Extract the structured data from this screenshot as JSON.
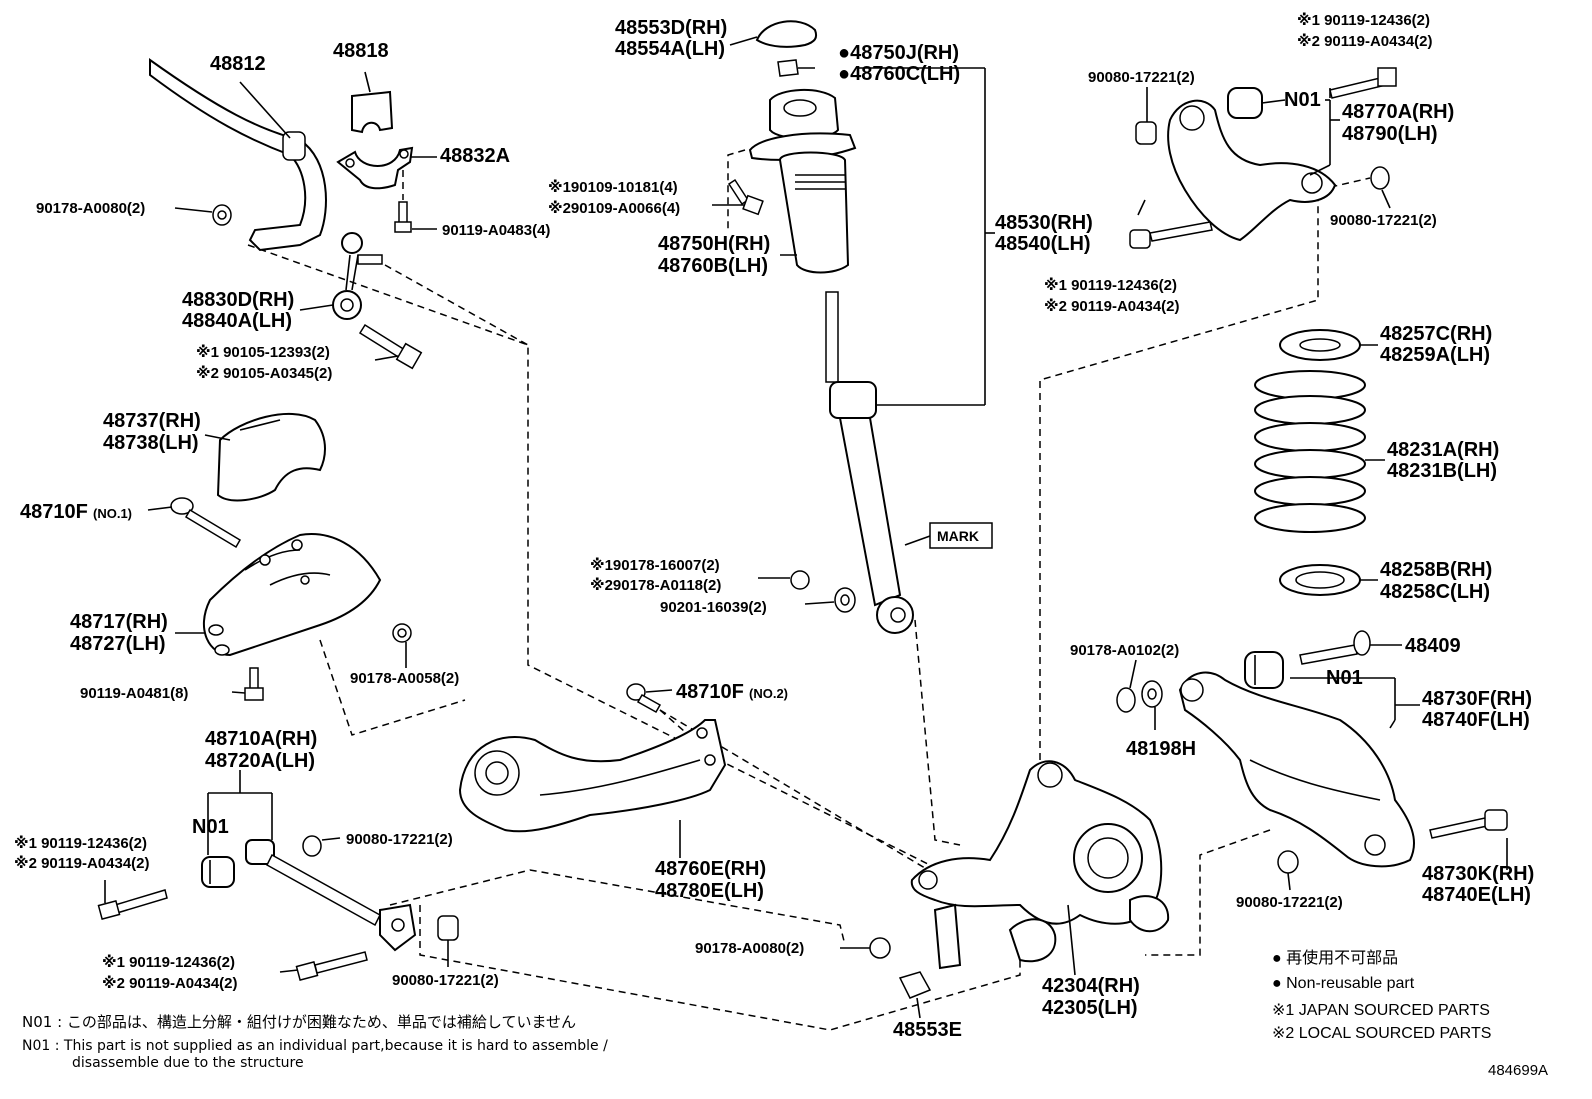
{
  "labels": [
    {
      "id": "48812",
      "text": "48812"
    },
    {
      "id": "48818",
      "text": "48818"
    },
    {
      "id": "48832A",
      "text": "48832A"
    },
    {
      "id": "90178-A0080-top",
      "text": "90178-A0080(2)"
    },
    {
      "id": "90119-A0483",
      "text": "90119-A0483(4)"
    },
    {
      "id": "48830D",
      "text": "48830D(RH)"
    },
    {
      "id": "48840A",
      "text": "48840A(LH)"
    },
    {
      "id": "90105-12393",
      "text": "※1 90105-12393(2)"
    },
    {
      "id": "90105-A0345",
      "text": "※2 90105-A0345(2)"
    },
    {
      "id": "48737",
      "text": "48737(RH)"
    },
    {
      "id": "48738",
      "text": "48738(LH)"
    },
    {
      "id": "48710F-1",
      "text": "48710F"
    },
    {
      "id": "48710F-1-sub",
      "text": "(NO.1)"
    },
    {
      "id": "48717",
      "text": "48717(RH)"
    },
    {
      "id": "48727",
      "text": "48727(LH)"
    },
    {
      "id": "90178-A0058",
      "text": "90178-A0058(2)"
    },
    {
      "id": "90119-A0481",
      "text": "90119-A0481(8)"
    },
    {
      "id": "48710A",
      "text": "48710A(RH)"
    },
    {
      "id": "48720A",
      "text": "48720A(LH)"
    },
    {
      "id": "N01-left",
      "text": "N01"
    },
    {
      "id": "90119-12436-l1",
      "text": "※1 90119-12436(2)"
    },
    {
      "id": "90119-A0434-l1",
      "text": "※2 90119-A0434(2)"
    },
    {
      "id": "90080-17221-mid",
      "text": "90080-17221(2)"
    },
    {
      "id": "90119-12436-l2",
      "text": "※1 90119-12436(2)"
    },
    {
      "id": "90119-A0434-l2",
      "text": "※2 90119-A0434(2)"
    },
    {
      "id": "90080-17221-bot",
      "text": "90080-17221(2)"
    },
    {
      "id": "48553D",
      "text": "48553D(RH)"
    },
    {
      "id": "48554A",
      "text": "48554A(LH)"
    },
    {
      "id": "48750J",
      "text": "●48750J(RH)"
    },
    {
      "id": "48760C",
      "text": "●48760C(LH)"
    },
    {
      "id": "90109-10181",
      "text": "※190109-10181(4)"
    },
    {
      "id": "90109-A0066",
      "text": "※290109-A0066(4)"
    },
    {
      "id": "48750H",
      "text": "48750H(RH)"
    },
    {
      "id": "48760B",
      "text": "48760B(LH)"
    },
    {
      "id": "48530",
      "text": "48530(RH)"
    },
    {
      "id": "48540",
      "text": "48540(LH)"
    },
    {
      "id": "MARK",
      "text": "MARK"
    },
    {
      "id": "90178-16007",
      "text": "※190178-16007(2)"
    },
    {
      "id": "90178-A0118",
      "text": "※290178-A0118(2)"
    },
    {
      "id": "90201-16039",
      "text": "90201-16039(2)"
    },
    {
      "id": "48710F-2",
      "text": "48710F"
    },
    {
      "id": "48710F-2-sub",
      "text": "(NO.2)"
    },
    {
      "id": "48760E",
      "text": "48760E(RH)"
    },
    {
      "id": "48780E",
      "text": "48780E(LH)"
    },
    {
      "id": "90178-A0080-bot",
      "text": "90178-A0080(2)"
    },
    {
      "id": "48553E",
      "text": "48553E"
    },
    {
      "id": "42304",
      "text": "42304(RH)"
    },
    {
      "id": "42305",
      "text": "42305(LH)"
    },
    {
      "id": "90119-12436-r1",
      "text": "※1 90119-12436(2)"
    },
    {
      "id": "90119-A0434-r1",
      "text": "※2 90119-A0434(2)"
    },
    {
      "id": "90080-17221-tr",
      "text": "90080-17221(2)"
    },
    {
      "id": "N01-top",
      "text": "N01"
    },
    {
      "id": "48770A",
      "text": "48770A(RH)"
    },
    {
      "id": "48790",
      "text": "48790(LH)"
    },
    {
      "id": "90080-17221-r2",
      "text": "90080-17221(2)"
    },
    {
      "id": "90119-12436-r2",
      "text": "※1 90119-12436(2)"
    },
    {
      "id": "90119-A0434-r2",
      "text": "※2 90119-A0434(2)"
    },
    {
      "id": "48257C",
      "text": "48257C(RH)"
    },
    {
      "id": "48259A",
      "text": "48259A(LH)"
    },
    {
      "id": "48231A",
      "text": "48231A(RH)"
    },
    {
      "id": "48231B",
      "text": "48231B(LH)"
    },
    {
      "id": "48258B",
      "text": "48258B(RH)"
    },
    {
      "id": "48258C",
      "text": "48258C(LH)"
    },
    {
      "id": "90178-A0102",
      "text": "90178-A0102(2)"
    },
    {
      "id": "48409",
      "text": "48409"
    },
    {
      "id": "N01-right",
      "text": "N01"
    },
    {
      "id": "48730F",
      "text": "48730F(RH)"
    },
    {
      "id": "48740F",
      "text": "48740F(LH)"
    },
    {
      "id": "48198H",
      "text": "48198H"
    },
    {
      "id": "48730K",
      "text": "48730K(RH)"
    },
    {
      "id": "48740E",
      "text": "48740E(LH)"
    },
    {
      "id": "90080-17221-br",
      "text": "90080-17221(2)"
    }
  ],
  "legend": {
    "jp": "● 再使用不可部品",
    "en": "● Non-reusable part",
    "s1": "※1 JAPAN SOURCED PARTS",
    "s2": "※2 LOCAL SOURCED PARTS"
  },
  "notes": {
    "jp": "N01 : この部品は、構造上分解・組付けが困難なため、単品では補給していません",
    "en1": "N01 :  This part is not supplied as an individual part,because it is hard to assemble /",
    "en2": "disassemble due to the structure"
  },
  "figure_id": "484699A"
}
